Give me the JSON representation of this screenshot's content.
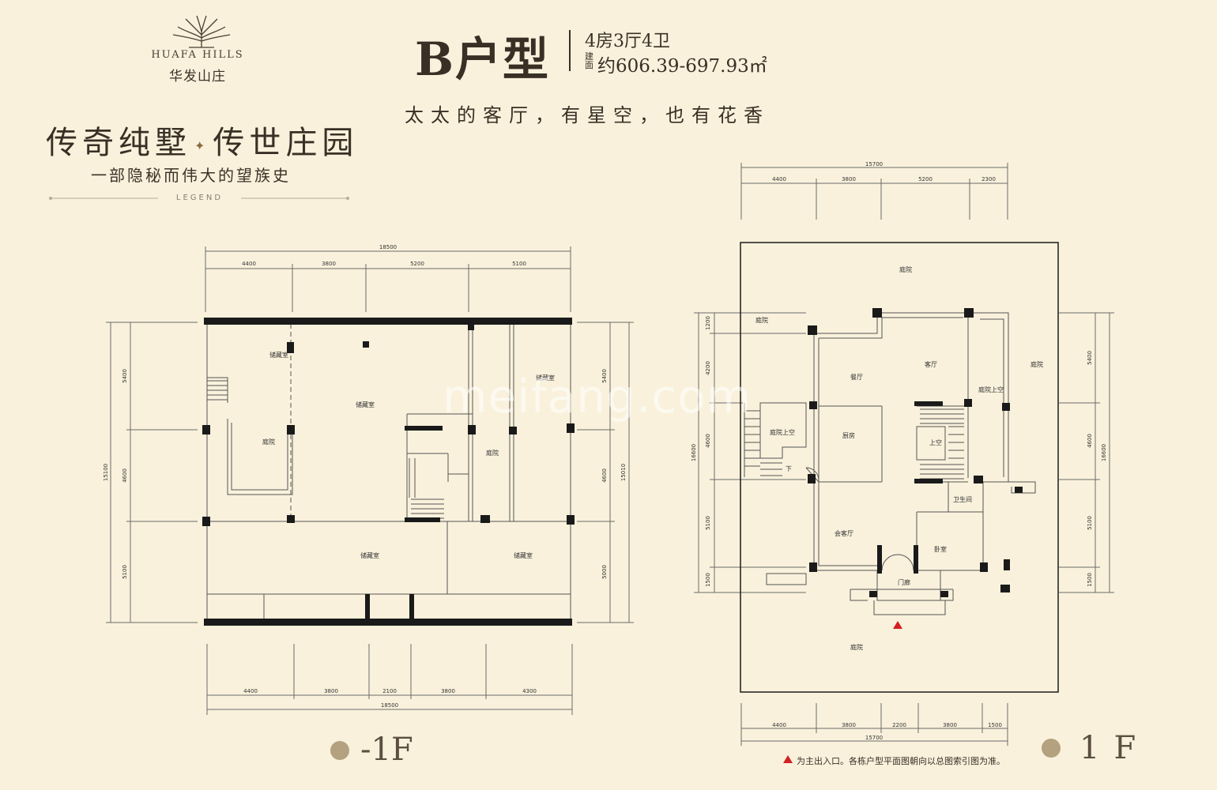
{
  "brand": {
    "name_en": "HUAFA HILLS",
    "name_cn": "华发山庄"
  },
  "slogan": {
    "main_left": "传奇纯墅",
    "main_right": "传世庄园",
    "sub": "一部隐秘而伟大的望族史",
    "legend": "LEGEND"
  },
  "unit": {
    "title": "B户型",
    "rooms": "4房3厅4卫",
    "area_label": "建面",
    "area_value": "约606.39-697.93㎡"
  },
  "tagline": "太太的客厅，有星空，也有花香",
  "watermark": "meifang.com",
  "floors": {
    "basement_label": "-1F",
    "ground_label": "1F"
  },
  "basement_plan": {
    "dims_top_total": "18500",
    "dims_top": [
      "4400",
      "3800",
      "5200",
      "5100"
    ],
    "dims_bottom": [
      "4400",
      "3800",
      "2100",
      "3800",
      "4300"
    ],
    "dims_bottom_total": "18500",
    "dims_left": [
      "5400",
      "4600",
      "5100"
    ],
    "dims_left_total": "15100",
    "dims_right": [
      "5400",
      "4600",
      "5000"
    ],
    "dims_right_total": "15010",
    "rooms": [
      "储藏室",
      "储藏室",
      "储藏室",
      "庭院",
      "庭院",
      "储藏室",
      "储藏室"
    ]
  },
  "ground_plan": {
    "dims_top_total": "15700",
    "dims_top": [
      "4400",
      "3800",
      "5200",
      "2300"
    ],
    "dims_bottom": [
      "4400",
      "3800",
      "2200",
      "3800",
      "1500"
    ],
    "dims_bottom_total": "15700",
    "dims_left": [
      "1200",
      "4200",
      "4600",
      "5100",
      "1500"
    ],
    "dims_left_total": "16600",
    "dims_right": [
      "5400",
      "4600",
      "5100",
      "1500"
    ],
    "dims_right_total": "16600",
    "rooms": [
      "庭院",
      "庭院",
      "庭院",
      "庭院",
      "餐厅",
      "客厅",
      "庭院上空",
      "庭院上空",
      "厨房",
      "上空",
      "卫生间",
      "会客厅",
      "卧室",
      "门廊"
    ],
    "stair_note": "下"
  },
  "note": "为主出入口。各栋户型平面图朝向以总图索引图为准。",
  "colors": {
    "background": "#f9f1dc",
    "wall": "#1a1a1a",
    "line": "#6a6a6a",
    "entrance_marker": "#d42020",
    "floor_dot": "#b4a17f"
  }
}
